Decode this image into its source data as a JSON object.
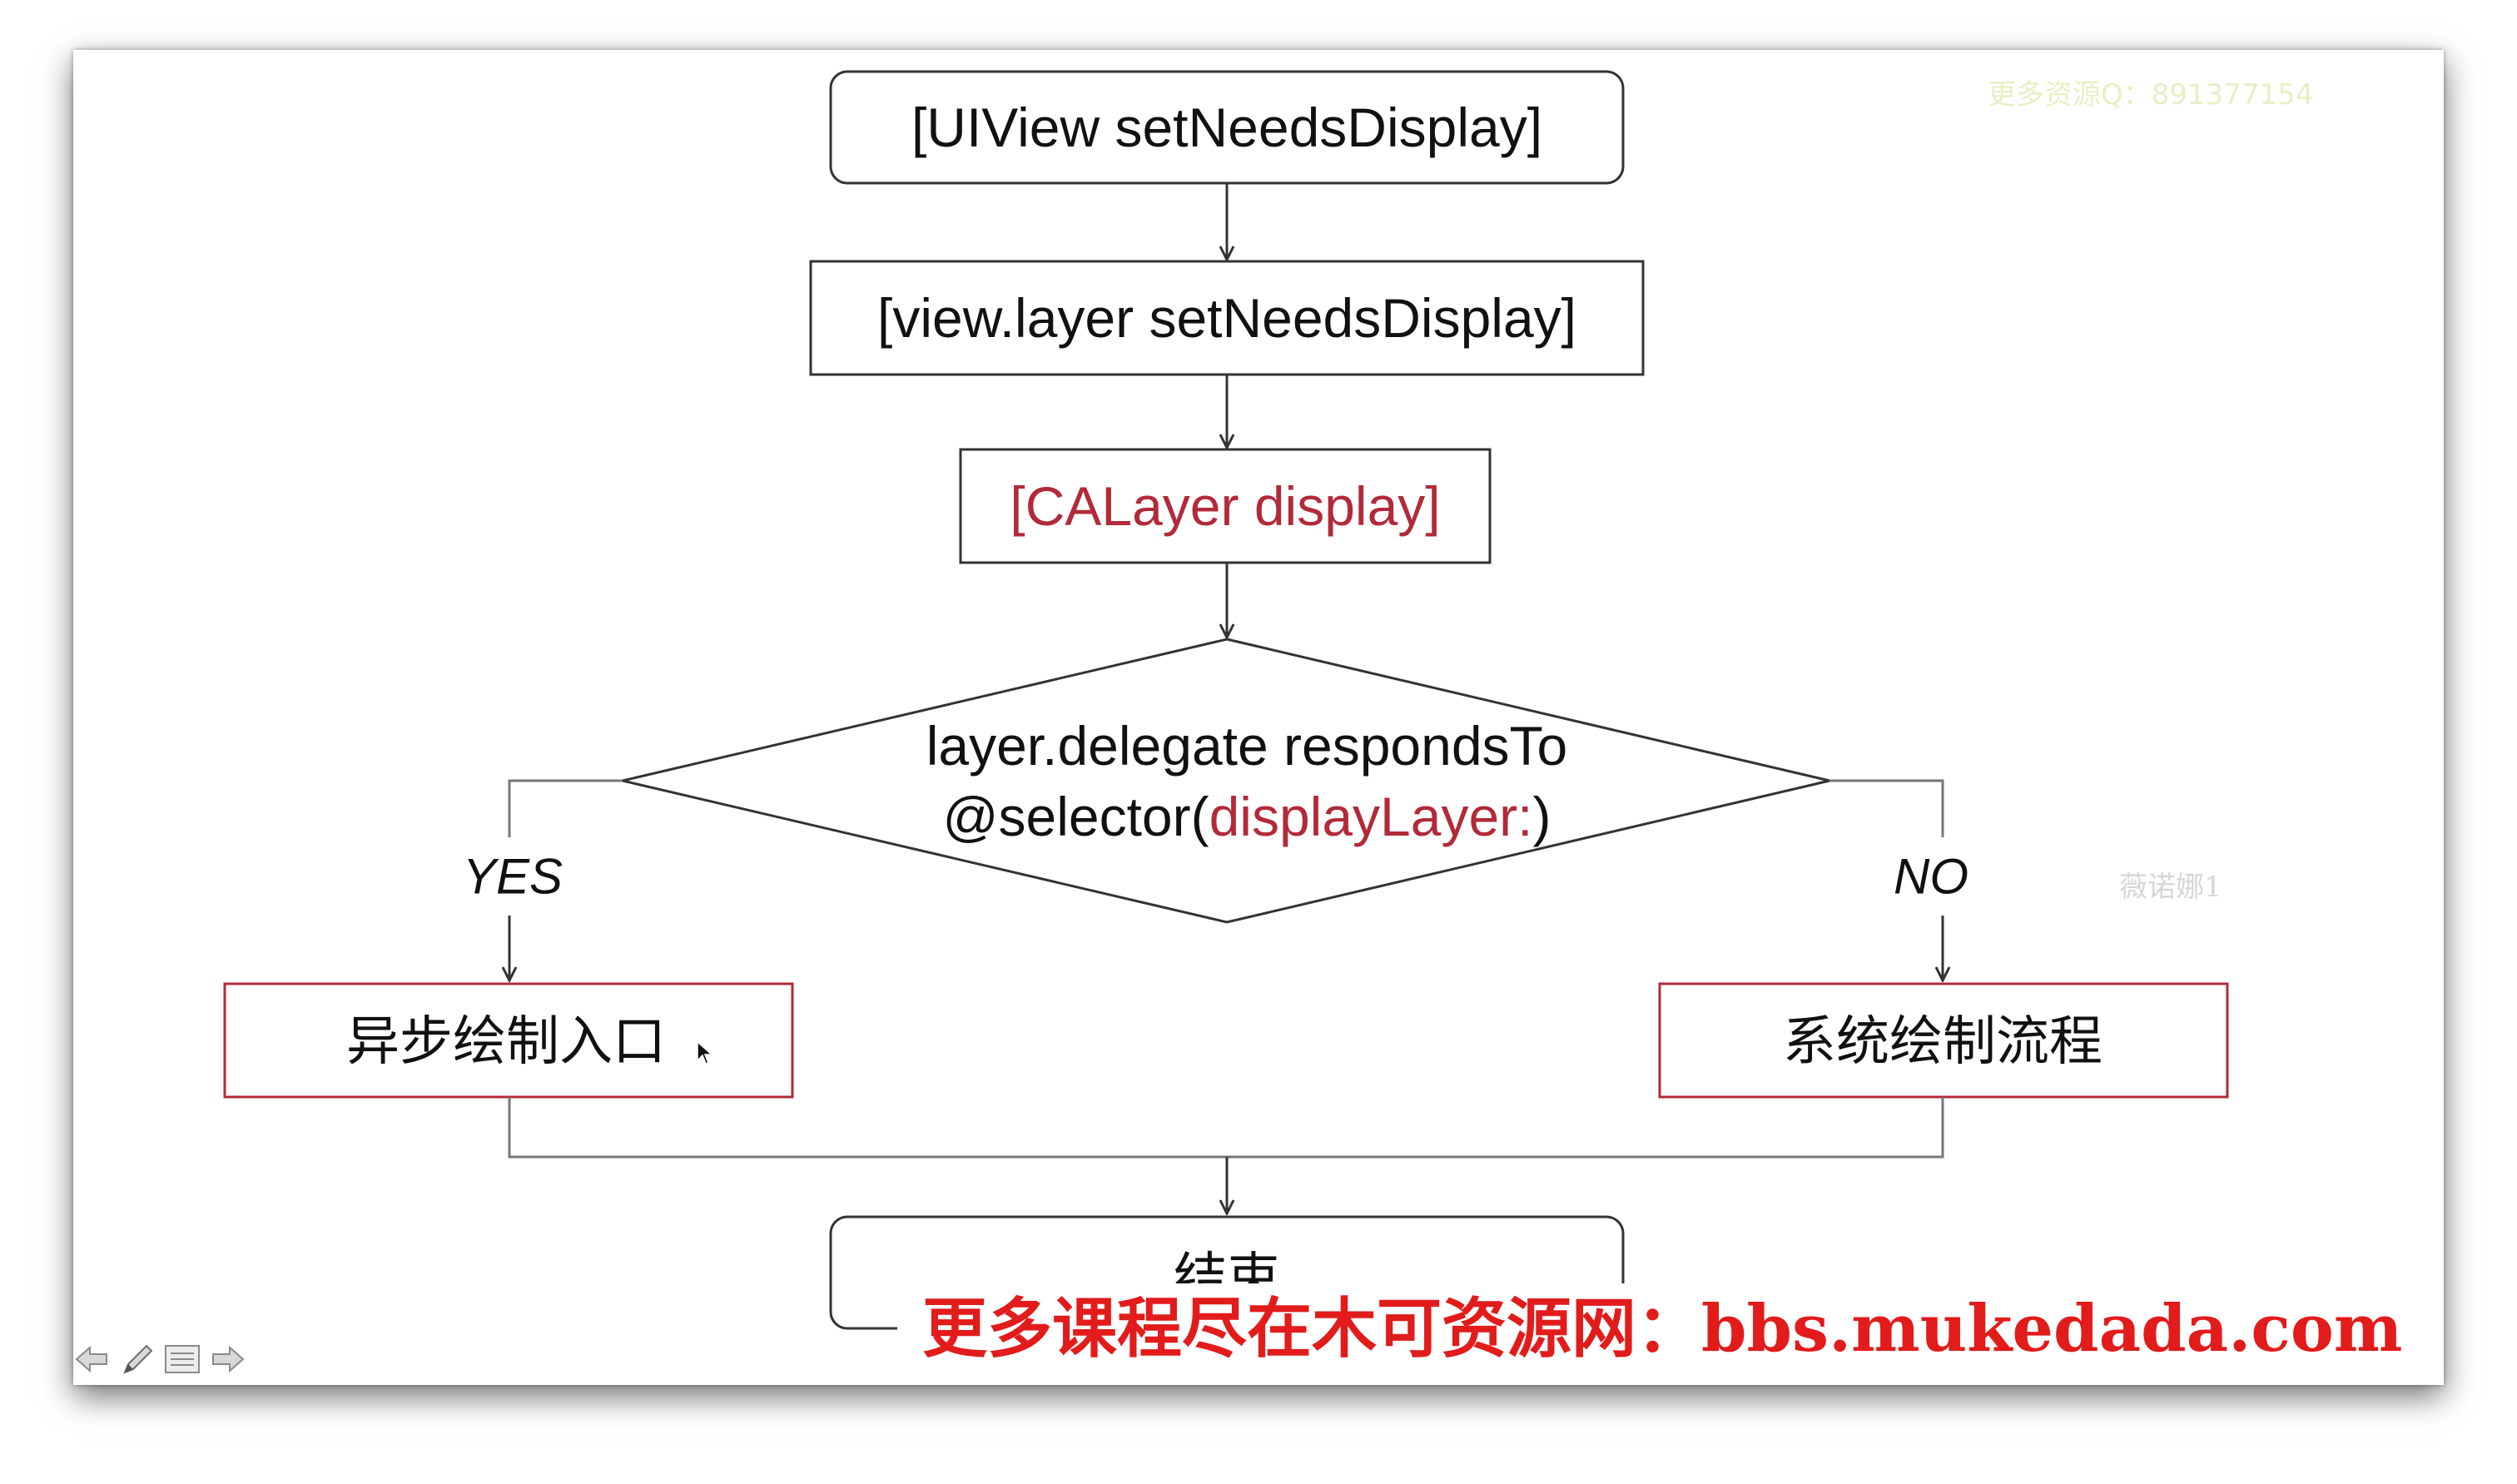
{
  "watermarks": {
    "top_right": "更多资源Q：891377154",
    "middle_right": "薇诺娜1"
  },
  "flowchart": {
    "step_1": "[UIView setNeedsDisplay]",
    "step_2": "[view.layer setNeedsDisplay]",
    "step_3": "[CALayer display]",
    "decision_line_1": "layer.delegate respondsTo",
    "decision_line_2_prefix": "@selector(",
    "decision_line_2_highlight": "displayLayer:",
    "decision_line_2_suffix": ")",
    "yes_label": "YES",
    "no_label": "NO",
    "yes_box": "异步绘制入口",
    "no_box": "系统绘制流程",
    "end_box": "结束"
  },
  "banner": {
    "text": "更多课程尽在木可资源网：bbs.mukedada.com"
  },
  "controls": {
    "icons": [
      "arrow-left-icon",
      "pen-icon",
      "menu-icon",
      "arrow-right-icon"
    ]
  },
  "colors": {
    "accent_red": "#b22a3a",
    "banner_red": "#e21b1b",
    "line": "#333333"
  }
}
